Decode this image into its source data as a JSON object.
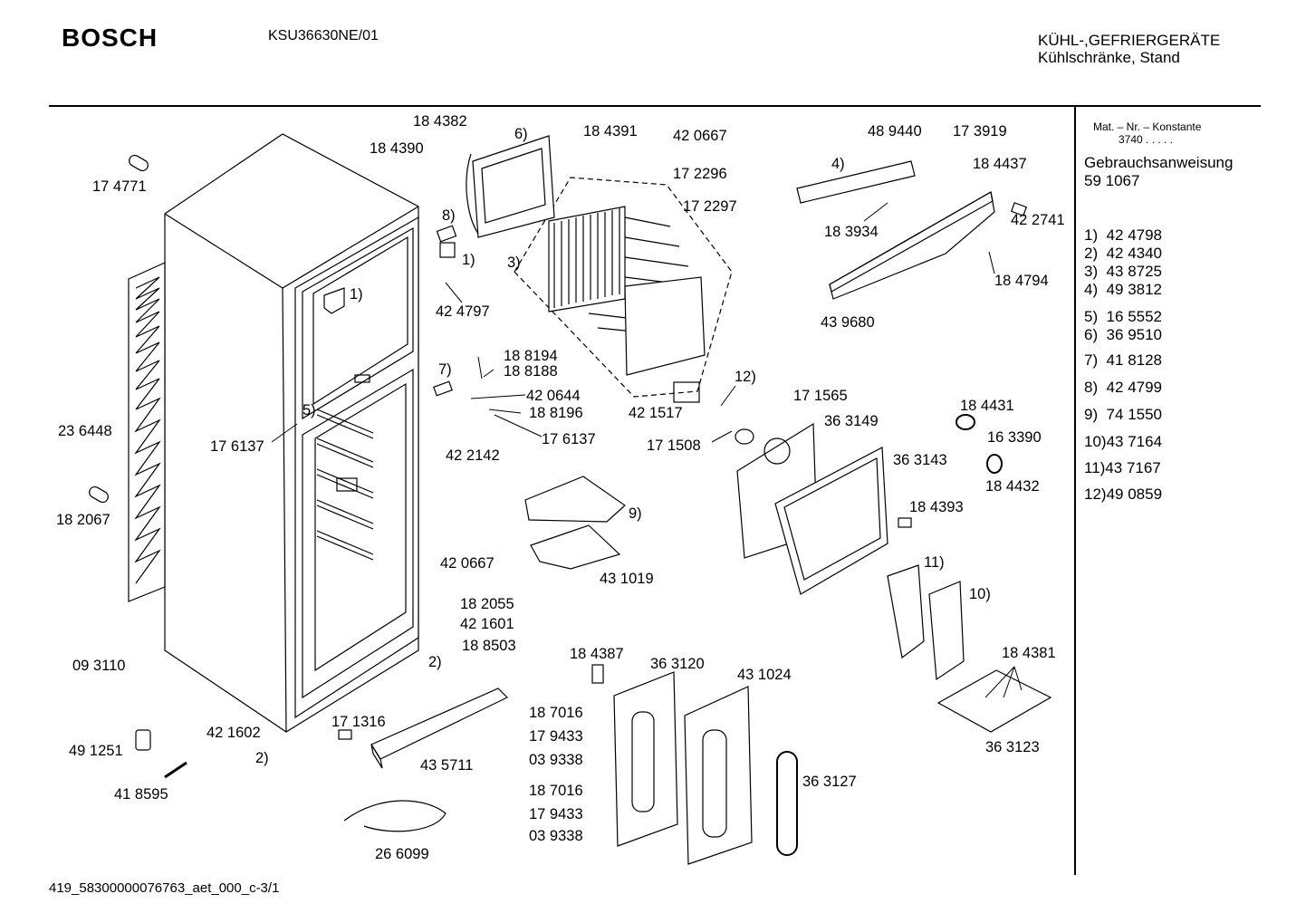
{
  "header": {
    "brand": "BOSCH",
    "model": "KSU36630NE/01",
    "category_line1": "KÜHL-,GEFRIERGERÄTE",
    "category_line2": "Kühlschränke, Stand"
  },
  "sidebar": {
    "mat_label": "Mat. – Nr. – Konstante",
    "mat_value": "3740  .  .  .  .  .",
    "manual_label": "Gebrauchsanweisung",
    "manual_number": "59 1067",
    "legend": [
      "1)  42 4798",
      "2)  42 4340",
      "3)  43 8725",
      "4)  49 3812",
      "5)  16 5552",
      "6)  36 9510",
      "7)  41 8128",
      "8)  42 4799",
      "9)  74 1550",
      "10)43 7164",
      "11)43 7167",
      "12)49 0859"
    ]
  },
  "diagram": {
    "part_labels": [
      "17 4771",
      "23 6448",
      "18 2067",
      "09 3110",
      "49 1251",
      "41 8595",
      "42 1602",
      "2)",
      "17 1316",
      "43 5711",
      "26 6099",
      "17 6137",
      "5)",
      "1)",
      "18 4382",
      "18 4390",
      "6)",
      "8)",
      "1)",
      "42 4797",
      "3)",
      "18 4391",
      "42 0667",
      "17 2296",
      "17 2297",
      "7)",
      "18 8194",
      "18 8188",
      "42 0644",
      "18 8196",
      "17 6137",
      "42 2142",
      "42 1517",
      "12)",
      "17 1508",
      "9)",
      "43 1019",
      "42 0667",
      "18 2055",
      "42 1601",
      "18 8503",
      "2)",
      "18 4387",
      "36 3120",
      "43 1024",
      "18 7016",
      "17 9433",
      "03 9338",
      "18 7016",
      "17 9433",
      "03 9338",
      "36 3127",
      "48 9440",
      "17 3919",
      "4)",
      "18 4437",
      "18 3934",
      "42 2741",
      "18 4794",
      "43 9680",
      "17 1565",
      "36 3149",
      "36 3143",
      "18 4431",
      "16 3390",
      "18 4432",
      "18 4393",
      "11)",
      "10)",
      "18 4381",
      "36 3123"
    ]
  },
  "footer": {
    "doc_id": "419_58300000076763_aet_000_c-3/1"
  }
}
